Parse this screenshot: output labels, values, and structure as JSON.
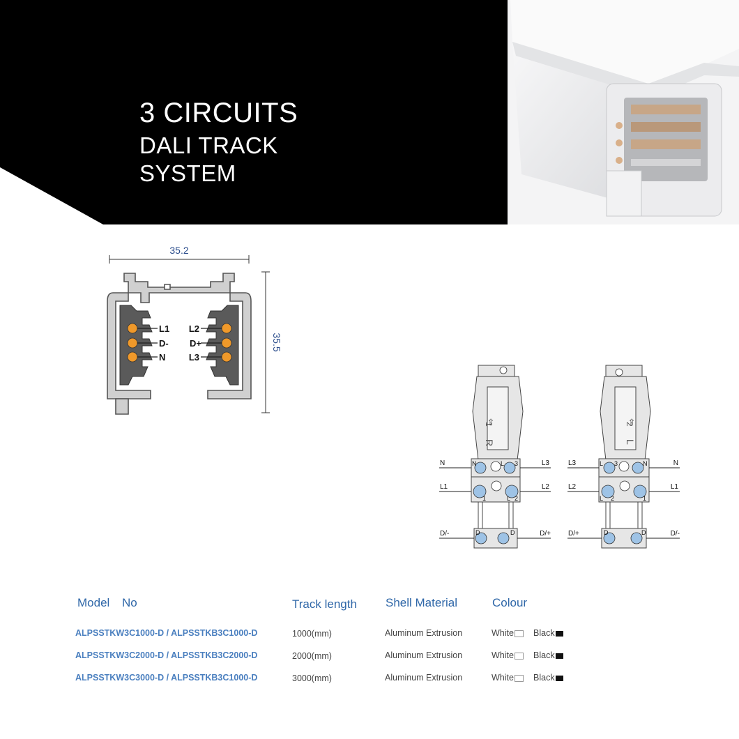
{
  "hero": {
    "title_line1": "3 CIRCUITS",
    "title_line2": "DALI TRACK",
    "title_line3": "SYSTEM"
  },
  "profile": {
    "width_dim": "35.2",
    "height_dim": "35.5",
    "labels_left": [
      "L1",
      "D-",
      "N"
    ],
    "labels_right": [
      "L2",
      "D+",
      "L3"
    ]
  },
  "connector_right": {
    "arrow_label": "1",
    "orientation_label": "R",
    "left_labels": [
      "N",
      "L1",
      "D/-"
    ],
    "right_labels": [
      "L3",
      "L2",
      "D/+"
    ],
    "terminal_labels": [
      "N",
      "L",
      "3",
      "1",
      "L",
      "2",
      "D",
      "D"
    ]
  },
  "connector_left": {
    "arrow_label": "2",
    "orientation_label": "L",
    "left_labels": [
      "L3",
      "L2",
      "D/+"
    ],
    "right_labels": [
      "N",
      "L1",
      "D/-"
    ],
    "terminal_labels": [
      "L",
      "3",
      "N",
      "L",
      "2",
      "1",
      "D",
      "D"
    ]
  },
  "table": {
    "headers": {
      "model": "Model",
      "no": "No",
      "length": "Track length",
      "material": "Shell Material",
      "colour": "Colour"
    },
    "rows": [
      {
        "model": "ALPSSTKW3C1000-D / ALPSSTKB3C1000-D",
        "length": "1000(mm)",
        "material": "Aluminum Extrusion",
        "white": "White",
        "black": "Black"
      },
      {
        "model": "ALPSSTKW3C2000-D / ALPSSTKB3C2000-D",
        "length": "2000(mm)",
        "material": "Aluminum Extrusion",
        "white": "White",
        "black": "Black"
      },
      {
        "model": "ALPSSTKW3C3000-D / ALPSSTKB3C1000-D",
        "length": "3000(mm)",
        "material": "Aluminum Extrusion",
        "white": "White",
        "black": "Black"
      }
    ]
  },
  "colors": {
    "banner": "#000000",
    "header_blue": "#2f67a8",
    "model_blue": "#4a7fbf",
    "dimension_blue": "#2b4d8c",
    "contact_orange": "#f0992a",
    "profile_grey": "#d0d0d0"
  }
}
